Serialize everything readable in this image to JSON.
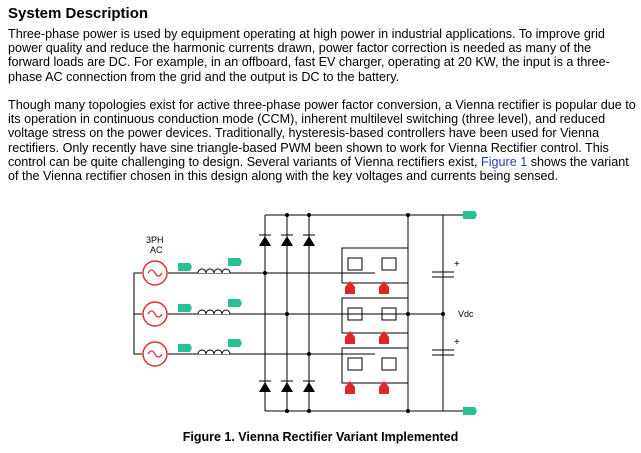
{
  "section_title": "System Description",
  "paragraph1": "Three-phase power is used by equipment operating at high power in industrial applications. To improve grid power quality and reduce the harmonic currents drawn, power factor correction is needed as many of the forward loads are DC. For example, in an offboard, fast EV charger, operating at 20 KW, the input is a three-phase AC connection from the grid and the output is DC to the battery.",
  "paragraph2_before_link": "Though many topologies exist for active three-phase power factor conversion, a Vienna rectifier is popular due to its operation in continuous conduction mode (CCM), inherent multilevel switching (three level), and reduced voltage stress on the power devices. Traditionally, hysteresis-based controllers have been used for Vienna rectifiers. Only recently have sine triangle-based PWM been shown to work for Vienna Rectifier control. This control can be quite challenging to design. Several variants of Vienna rectifiers exist, ",
  "paragraph2_link": "Figure 1",
  "paragraph2_after_link": " shows the variant of the Vienna rectifier chosen in this design along with the key voltages and currents being sensed.",
  "figure": {
    "source_label_line1": "3PH",
    "source_label_line2": "AC",
    "vdc_label": "Vdc",
    "plus_top": "+",
    "plus_bottom": "+",
    "caption": "Figure 1. Vienna Rectifier Variant Implemented"
  },
  "colors": {
    "sense_marker": "#2bbf96",
    "gate_driver": "#e0262b",
    "link": "#1f3fbf"
  }
}
